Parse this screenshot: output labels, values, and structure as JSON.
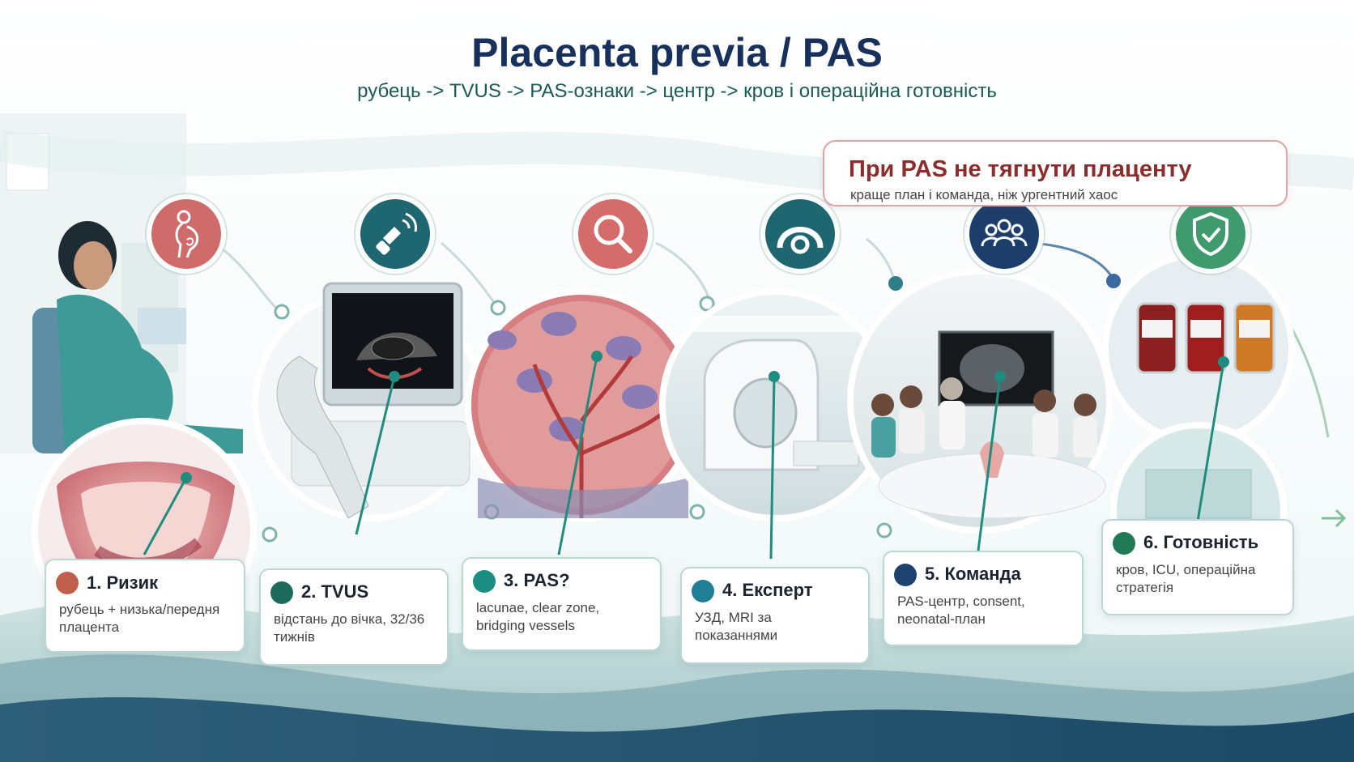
{
  "header": {
    "title": "Placenta previa / PAS",
    "subtitle": "рубець -> TVUS -> PAS-ознаки -> центр -> кров і операційна готовність"
  },
  "warning": {
    "title": "При PAS не тягнути плаценту",
    "subtitle": "краще план і команда, ніж ургентний хаос"
  },
  "steps": [
    {
      "title": "1. Ризик",
      "text": "рубець + низька/передня плацента",
      "color": "#c0604a",
      "icon": "pregnant-woman-icon"
    },
    {
      "title": "2. TVUS",
      "text": "відстань до вічка, 32/36 тижнів",
      "color": "#1e6b5c",
      "icon": "ultrasound-probe-icon"
    },
    {
      "title": "3. PAS?",
      "text": "lacunae, clear zone, bridging vessels",
      "color": "#1a8c80",
      "icon": "magnifier-icon"
    },
    {
      "title": "4. Експерт",
      "text": "УЗД, MRI за показаннями",
      "color": "#1e7f96",
      "icon": "mri-scanner-icon"
    },
    {
      "title": "5. Команда",
      "text": "PAS-центр, consent, neonatal-план",
      "color": "#1d4270",
      "icon": "team-icon"
    },
    {
      "title": "6. Готовність",
      "text": "кров, ICU, операційна стратегія",
      "color": "#1f7a55",
      "icon": "shield-check-icon"
    }
  ],
  "colors": {
    "title": "#17305c",
    "subtitle": "#1b5b55",
    "warning_accent": "#8c2c2c",
    "icon_risk": "#cf6b6b",
    "icon_tvus": "#1e6670",
    "icon_pas": "#d46c6c",
    "icon_expert": "#1e6670",
    "icon_team": "#1d3e6a",
    "icon_ready": "#3f9a6e"
  }
}
